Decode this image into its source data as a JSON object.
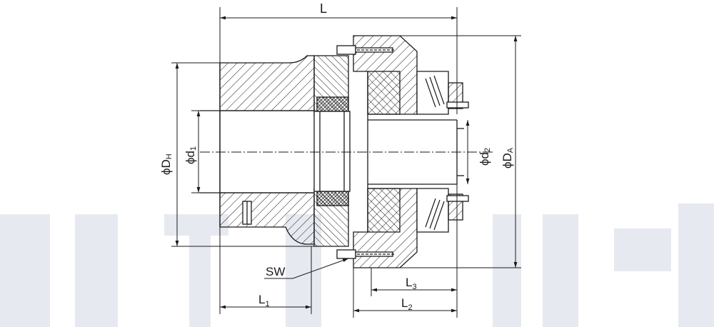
{
  "labels": {
    "L": "L",
    "L1": "L",
    "L1_sub": "1",
    "L2": "L",
    "L2_sub": "2",
    "L3": "L",
    "L3_sub": "3",
    "SW": "SW",
    "DH": "ϕD",
    "DH_sub": "H",
    "d1": "ϕd",
    "d1_sub": "1",
    "d2": "ϕd",
    "d2_sub": "2",
    "DA": "ϕD",
    "DA_sub": "A"
  },
  "colors": {
    "line": "#1a1a1a",
    "hatch": "#1a1a1a",
    "watermark": "#e6eaf0"
  }
}
